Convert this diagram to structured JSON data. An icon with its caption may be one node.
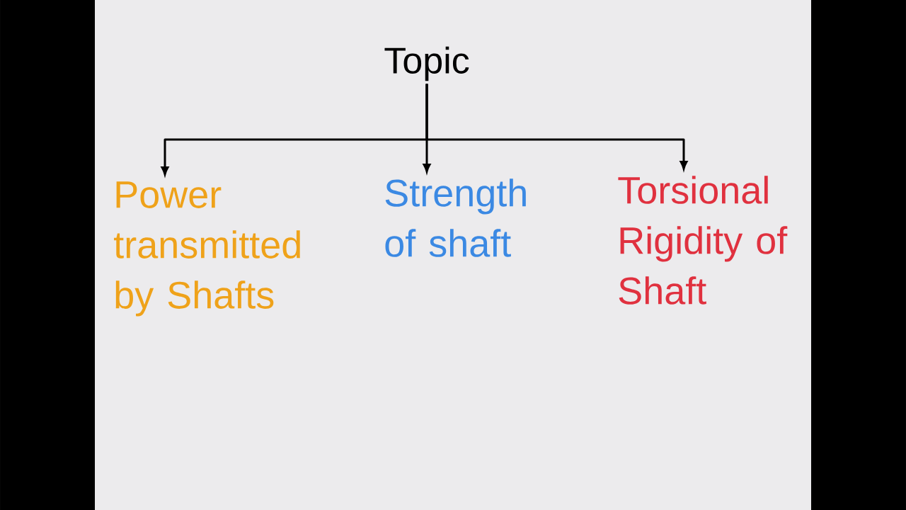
{
  "diagram": {
    "nodes": [
      {
        "text": [
          "Topic"
        ]
      },
      {
        "text": [
          "Power transmitted by Shafts"
        ]
      },
      {
        "text": [
          "Strength of shaft"
        ]
      },
      {
        "text": [
          "Torsional Rigidity of Shaft"
        ]
      }
    ],
    "edges": [
      {
        "from": 0,
        "to": 1,
        "arrow": "to"
      },
      {
        "from": 0,
        "to": 2,
        "arrow": "to"
      },
      {
        "from": 0,
        "to": 3,
        "arrow": "to"
      }
    ]
  }
}
